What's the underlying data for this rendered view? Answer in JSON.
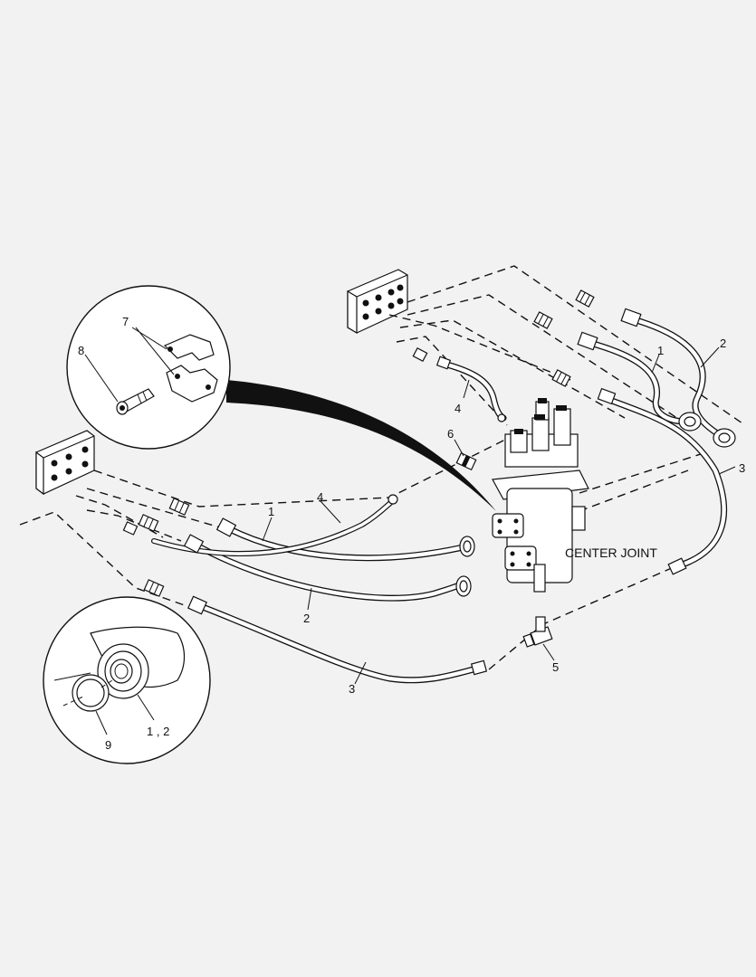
{
  "labels": {
    "n1a": "1",
    "n1b": "1",
    "n2a": "2",
    "n2b": "2",
    "n3a": "3",
    "n3b": "3",
    "n4a": "4",
    "n4b": "4",
    "n5": "5",
    "n6": "6",
    "n7": "7",
    "n8": "8",
    "n9": "9",
    "n12": "1 , 2"
  },
  "center_joint": "CENTER JOINT"
}
